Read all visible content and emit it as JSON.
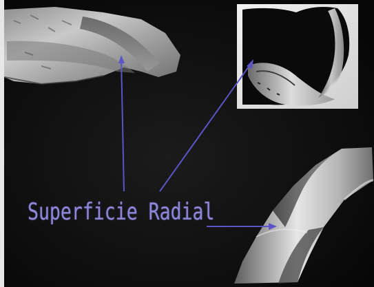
{
  "annotation": {
    "label": "Superficie Radial",
    "label_color": "#8f86d6",
    "leader_color": "#5c54c6"
  },
  "images": {
    "drill_flute_top_left": "drill-flute-closeup",
    "drill_cross_section_top_right": "drill-cross-section",
    "drill_twist_bottom_right": "drill-twist-body"
  }
}
